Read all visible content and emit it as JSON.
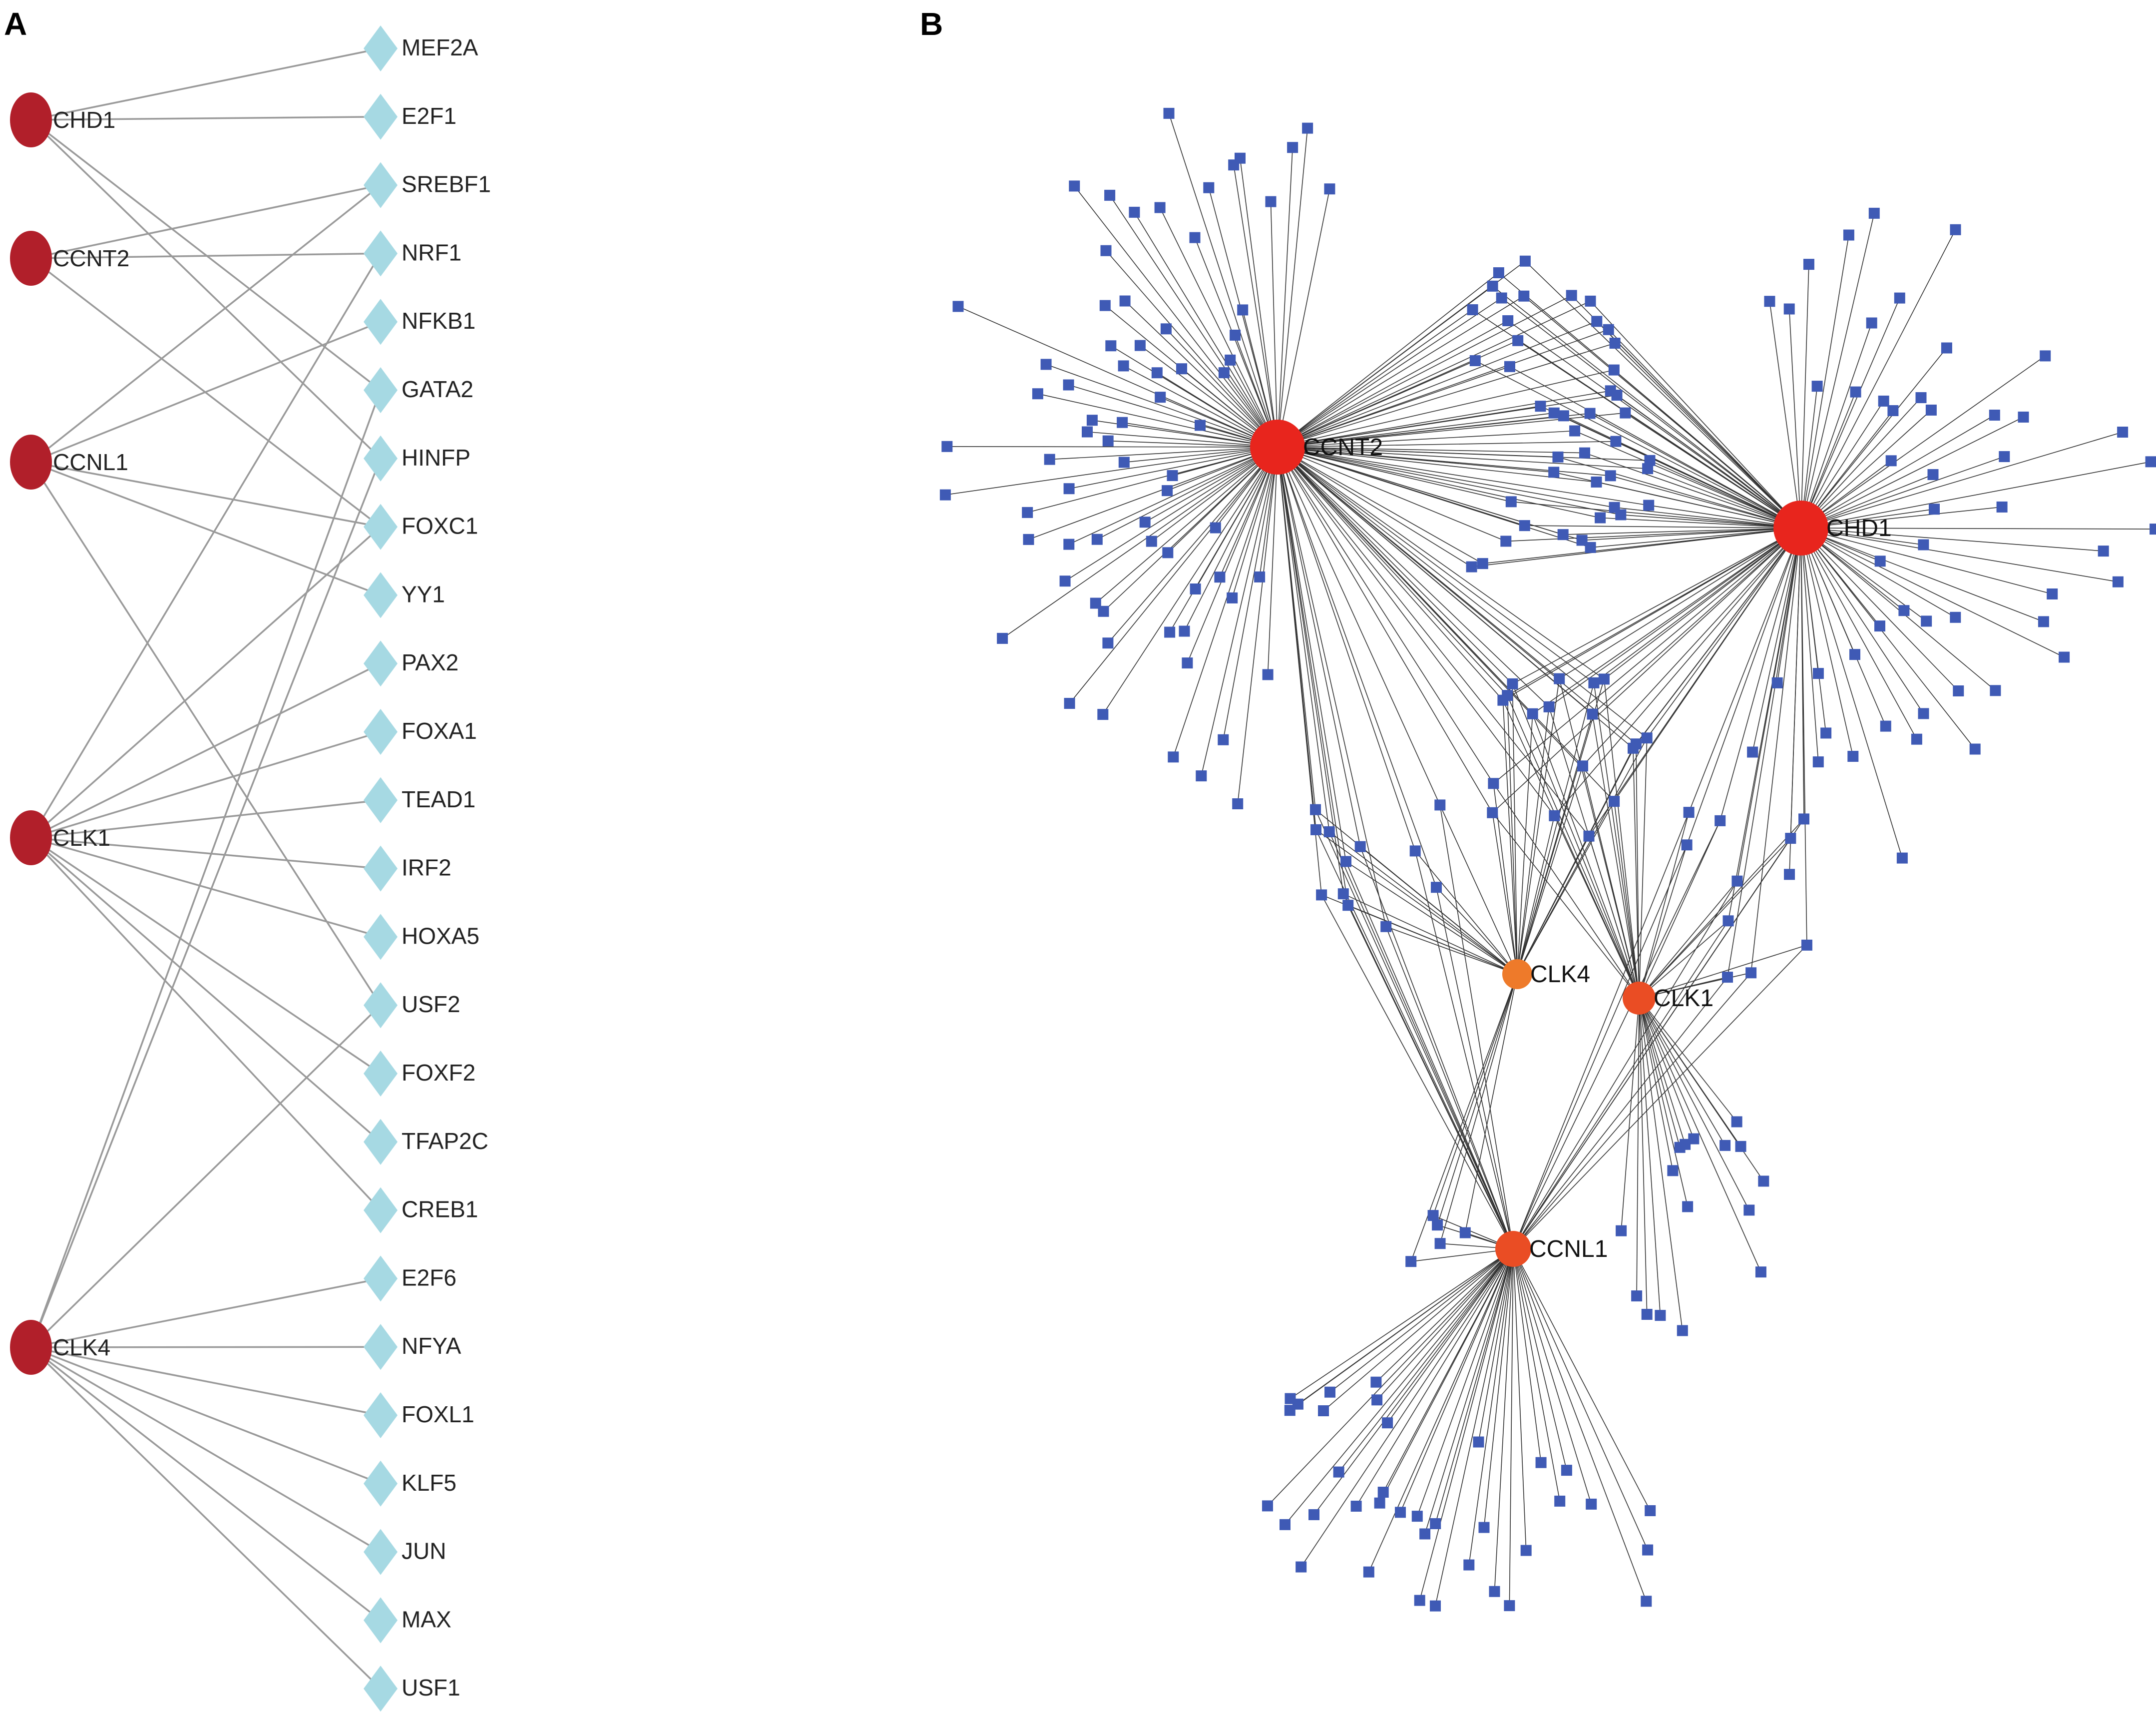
{
  "panels": {
    "a": {
      "letter": "A",
      "hubs": [
        "CHD1",
        "CCNT2",
        "CCNL1",
        "CLK1",
        "CLK4"
      ],
      "targets": [
        "MEF2A",
        "E2F1",
        "SREBF1",
        "NRF1",
        "NFKB1",
        "GATA2",
        "HINFP",
        "FOXC1",
        "YY1",
        "PAX2",
        "FOXA1",
        "TEAD1",
        "IRF2",
        "HOXA5",
        "USF2",
        "FOXF2",
        "TFAP2C",
        "CREB1",
        "E2F6",
        "NFYA",
        "FOXL1",
        "KLF5",
        "JUN",
        "MAX",
        "USF1"
      ],
      "edges": [
        [
          "CHD1",
          "MEF2A"
        ],
        [
          "CHD1",
          "E2F1"
        ],
        [
          "CHD1",
          "GATA2"
        ],
        [
          "CHD1",
          "HINFP"
        ],
        [
          "CCNT2",
          "SREBF1"
        ],
        [
          "CCNT2",
          "NRF1"
        ],
        [
          "CCNT2",
          "FOXC1"
        ],
        [
          "CCNL1",
          "SREBF1"
        ],
        [
          "CCNL1",
          "NFKB1"
        ],
        [
          "CCNL1",
          "FOXC1"
        ],
        [
          "CCNL1",
          "YY1"
        ],
        [
          "CCNL1",
          "USF2"
        ],
        [
          "CLK1",
          "NRF1"
        ],
        [
          "CLK1",
          "FOXC1"
        ],
        [
          "CLK1",
          "PAX2"
        ],
        [
          "CLK1",
          "FOXA1"
        ],
        [
          "CLK1",
          "TEAD1"
        ],
        [
          "CLK1",
          "IRF2"
        ],
        [
          "CLK1",
          "HOXA5"
        ],
        [
          "CLK1",
          "FOXF2"
        ],
        [
          "CLK1",
          "TFAP2C"
        ],
        [
          "CLK1",
          "CREB1"
        ],
        [
          "CLK4",
          "GATA2"
        ],
        [
          "CLK4",
          "HINFP"
        ],
        [
          "CLK4",
          "USF2"
        ],
        [
          "CLK4",
          "E2F6"
        ],
        [
          "CLK4",
          "NFYA"
        ],
        [
          "CLK4",
          "FOXL1"
        ],
        [
          "CLK4",
          "KLF5"
        ],
        [
          "CLK4",
          "JUN"
        ],
        [
          "CLK4",
          "MAX"
        ],
        [
          "CLK4",
          "USF1"
        ]
      ],
      "colors": {
        "hub": "#b11f2a",
        "target": "#a6d9e3",
        "edge": "#9a9a9a"
      }
    },
    "b": {
      "letter": "B",
      "hubs": [
        {
          "id": "CCNT2",
          "label": "CCNT2",
          "color": "#e8251d"
        },
        {
          "id": "CHD1",
          "label": "CHD1",
          "color": "#e8251d"
        },
        {
          "id": "CLK4",
          "label": "CLK4",
          "color": "#ee7a2a"
        },
        {
          "id": "CLK1",
          "label": "CLK1",
          "color": "#ea4d24"
        },
        {
          "id": "CCNL1",
          "label": "CCNL1",
          "color": "#ea4d24"
        }
      ],
      "colors": {
        "target": "#3f5ab5",
        "edge": "#333333"
      }
    }
  }
}
